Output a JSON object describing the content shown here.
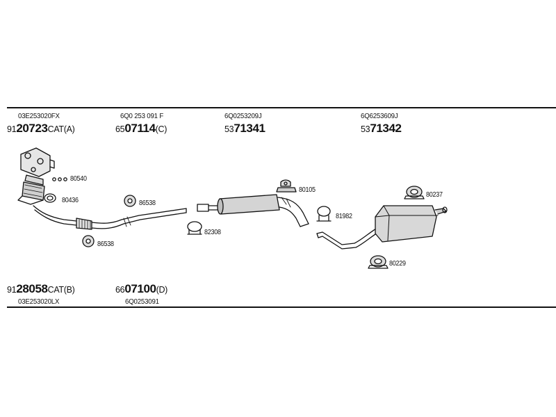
{
  "top_oe": [
    "03E253020FX",
    "6Q0 253 091 F",
    "6Q0253209J",
    "6Q6253609J"
  ],
  "top_parts": [
    {
      "prefix": "91",
      "main": "20723",
      "suffix": "CAT(A)"
    },
    {
      "prefix": "65",
      "main": "07114",
      "suffix": "(C)"
    },
    {
      "prefix": "53",
      "main": "71341",
      "suffix": ""
    },
    {
      "prefix": "53",
      "main": "71342",
      "suffix": ""
    }
  ],
  "bottom_parts": [
    {
      "prefix": "91",
      "main": "28058",
      "suffix": "CAT(B)"
    },
    {
      "prefix": "66",
      "main": "07100",
      "suffix": "(D)"
    }
  ],
  "bottom_oe": [
    "03E253020LX",
    "6Q0253091"
  ],
  "labels": {
    "l80540": "80540",
    "l80436": "80436",
    "l86538a": "86538",
    "l86538b": "86538",
    "l82308": "82308",
    "l80105": "80105",
    "l81982": "81982",
    "l80237": "80237",
    "l80229": "80229"
  }
}
